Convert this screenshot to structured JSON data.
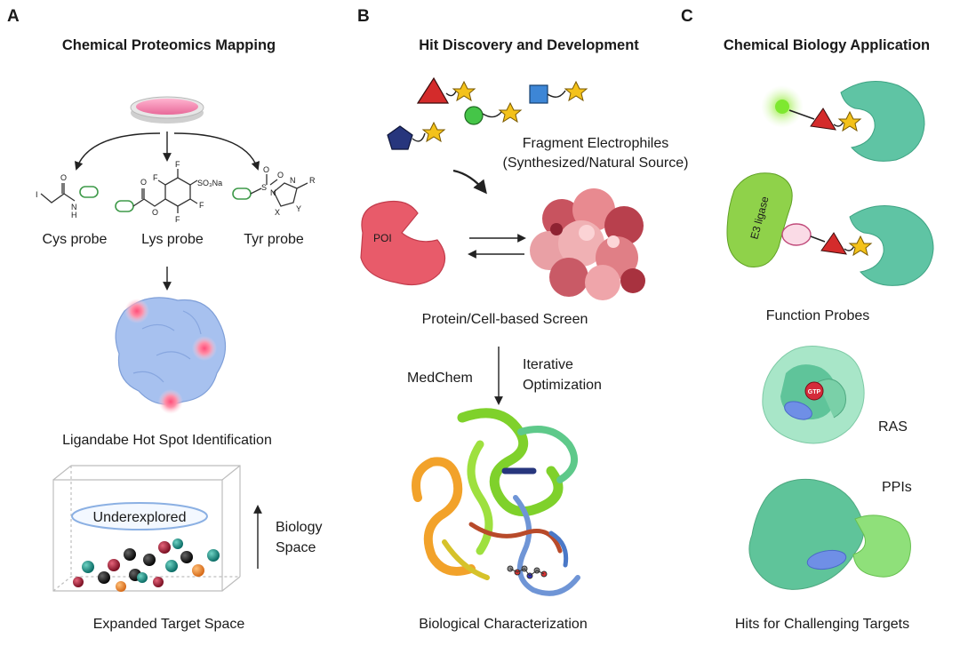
{
  "panels": [
    {
      "letter": "A",
      "title": "Chemical Proteomics Mapping",
      "probes": [
        "Cys probe",
        "Lys probe",
        "Tyr probe"
      ],
      "hotspot_caption": "Ligandabe Hot Spot Identification",
      "box_label": "Underexplored",
      "axis_label": [
        "Biology",
        "Space"
      ],
      "bottom_caption": "Expanded Target Space"
    },
    {
      "letter": "B",
      "title": "Hit Discovery and Development",
      "fragments_label": [
        "Fragment Electrophiles",
        "(Synthesized/Natural Source)"
      ],
      "poi_label": "POI",
      "screen_caption": "Protein/Cell-based Screen",
      "medchem_label": "MedChem",
      "optimization_label": [
        "Iterative",
        "Optimization"
      ],
      "bottom_caption": "Biological Characterization"
    },
    {
      "letter": "C",
      "title": "Chemical Biology Application",
      "e3_label": "E3 ligase",
      "function_caption": "Function Probes",
      "gtp_label": "GTP",
      "ras_label": "RAS",
      "ppi_label": "PPIs",
      "bottom_caption": "Hits for Challenging Targets"
    }
  ],
  "chem_labels": {
    "iodo": "I",
    "oxygen": "O",
    "nitrogen": "N",
    "hydrogen": "H",
    "fluorine": "F",
    "sulfonate": "SO₃Na",
    "sulfur": "S",
    "r_group": "R",
    "x_atom": "X",
    "y_atom": "Y"
  },
  "colors": {
    "protein_blue": "#9db8ea",
    "hotspot_pink": "#f06b8a",
    "poi_red": "#e85b6a",
    "cluster_pink": "#e88a90",
    "teal": "#5fc4a4",
    "green": "#8fd24a",
    "triangle_red": "#d42b2b",
    "star_yellow": "#f4c21a",
    "square_blue": "#3d86d6",
    "pentagon_navy": "#27367d",
    "dish_pink": "#f48bb1"
  }
}
